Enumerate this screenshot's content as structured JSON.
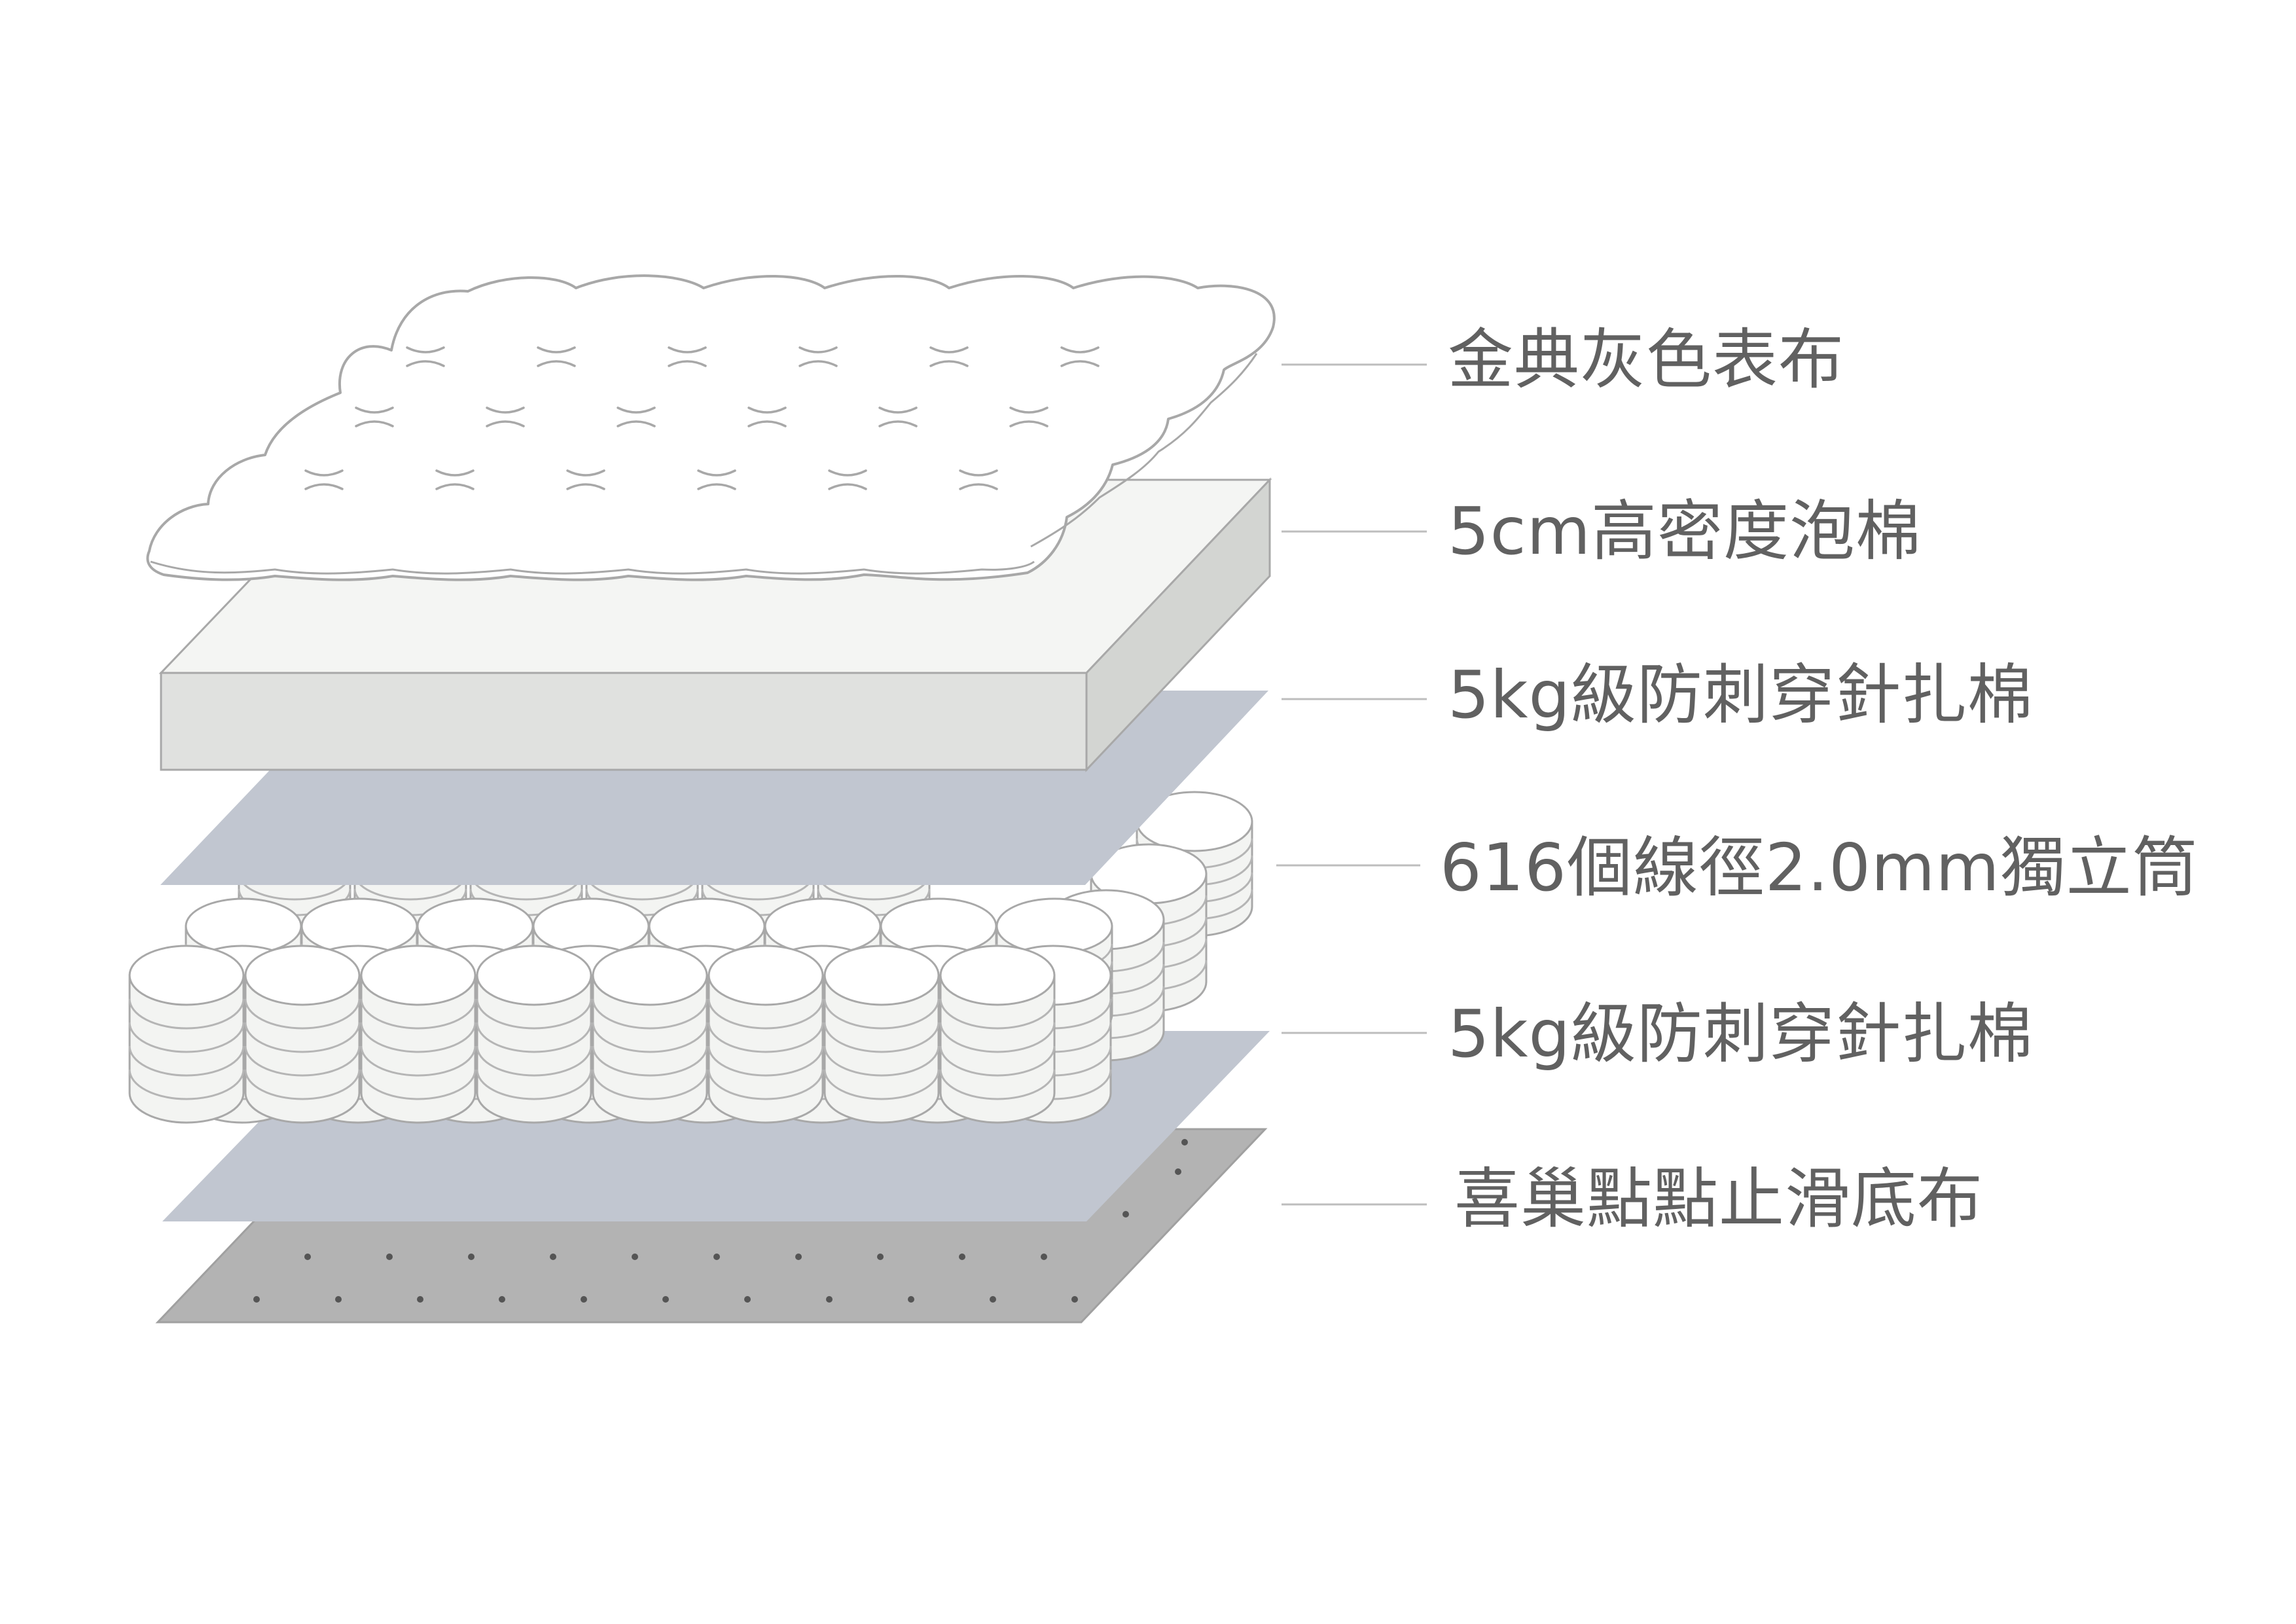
{
  "layers": [
    {
      "label": "金典灰色表布",
      "material": "pillow-top-fabric",
      "color": "#ffffff"
    },
    {
      "label": "5cm高密度泡棉",
      "material": "foam-slab",
      "color": "#e0e1df"
    },
    {
      "label": "5kg級防刺穿針扎棉",
      "material": "felt-pad",
      "color": "#c1c6d0"
    },
    {
      "label": "616個線徑2.0mm獨立筒",
      "material": "pocket-springs",
      "color": "#f3f4f2"
    },
    {
      "label": "5kg級防刺穿針扎棉",
      "material": "felt-pad",
      "color": "#c1c6d0"
    },
    {
      "label": "喜巢點點止滑底布",
      "material": "anti-slip-base",
      "color": "#b3b3b3"
    }
  ],
  "colors": {
    "outline": "#a8a8a8",
    "leader_line": "#bdbdbd",
    "label_text": "#616161",
    "base_dots": "#555555"
  },
  "icons": [
    "quilted-mattress-top-icon",
    "foam-slab-icon",
    "felt-pad-icon",
    "pocket-spring-coil-icon",
    "dotted-base-fabric-icon"
  ]
}
